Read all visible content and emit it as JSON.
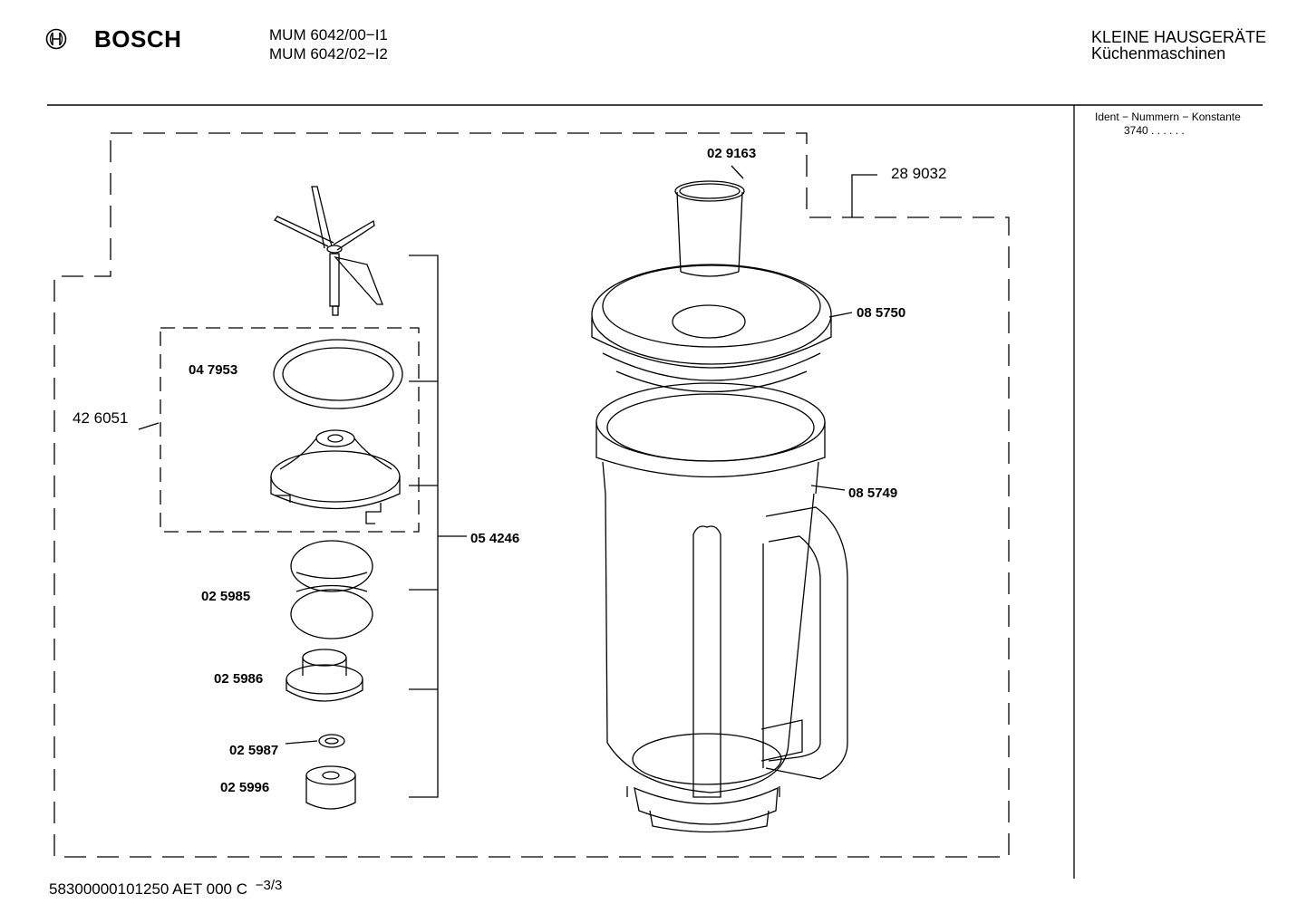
{
  "header": {
    "brand": "BOSCH",
    "models": [
      "MUM 6042/00−I1",
      "MUM 6042/02−I2"
    ],
    "category": "KLEINE HAUSGERÄTE",
    "subcategory": "Küchenmaschinen"
  },
  "ident": {
    "title": "Ident − Nummern − Konstante",
    "value": "3740 .  .  .  .  .  ."
  },
  "parts": {
    "p029163": "02 9163",
    "p289032": "28 9032",
    "p085750": "08 5750",
    "p085749": "08 5749",
    "p047953": "04 7953",
    "p426051": "42 6051",
    "p054246": "05 4246",
    "p025985": "02 5985",
    "p025986": "02 5986",
    "p025987": "02 5987",
    "p025996": "02 5996"
  },
  "footer": {
    "code": "58300000101250 AET 000 C",
    "page": "−3/3"
  }
}
